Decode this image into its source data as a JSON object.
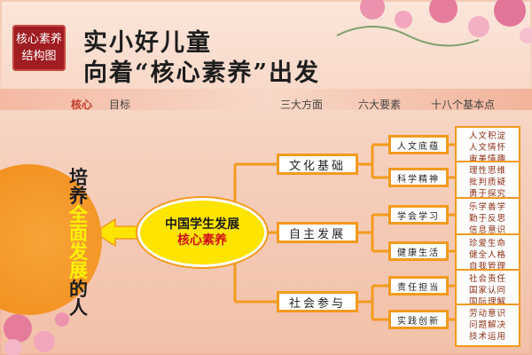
{
  "seal": {
    "line1": "核心素养",
    "line2": "结构图"
  },
  "title": {
    "line1": "实小好儿童",
    "line2": "向着“核心素养”出发"
  },
  "headers": {
    "core": "核心",
    "target": "目标",
    "three": "三大方面",
    "six": "六大要素",
    "eighteen": "十八个基本点"
  },
  "core": {
    "line1": "中国学生发展",
    "line2": "核心素养"
  },
  "goal": {
    "c1": "培",
    "c2": "养",
    "c3": "全",
    "c4": "面",
    "c5": "发",
    "c6": "展",
    "c7": "的",
    "c8": "人"
  },
  "aspects": [
    {
      "label": "文化基础"
    },
    {
      "label": "自主发展"
    },
    {
      "label": "社会参与"
    }
  ],
  "elements": [
    {
      "label": "人文底蕴",
      "points": [
        "人文积淀",
        "人文情怀",
        "审美情趣"
      ]
    },
    {
      "label": "科学精神",
      "points": [
        "理性思维",
        "批判质疑",
        "勇于探究"
      ]
    },
    {
      "label": "学会学习",
      "points": [
        "乐学善学",
        "勤于反思",
        "信息意识"
      ]
    },
    {
      "label": "健康生活",
      "points": [
        "珍爱生命",
        "健全人格",
        "自我管理"
      ]
    },
    {
      "label": "责任担当",
      "points": [
        "社会责任",
        "国家认同",
        "国际理解"
      ]
    },
    {
      "label": "实践创新",
      "points": [
        "劳动意识",
        "问题解决",
        "技术运用"
      ]
    }
  ],
  "colors": {
    "accent_orange": "#f39a1e",
    "core_yellow": "#ffe400",
    "seal_red": "#a01d22",
    "point_text": "#8b2d12"
  }
}
